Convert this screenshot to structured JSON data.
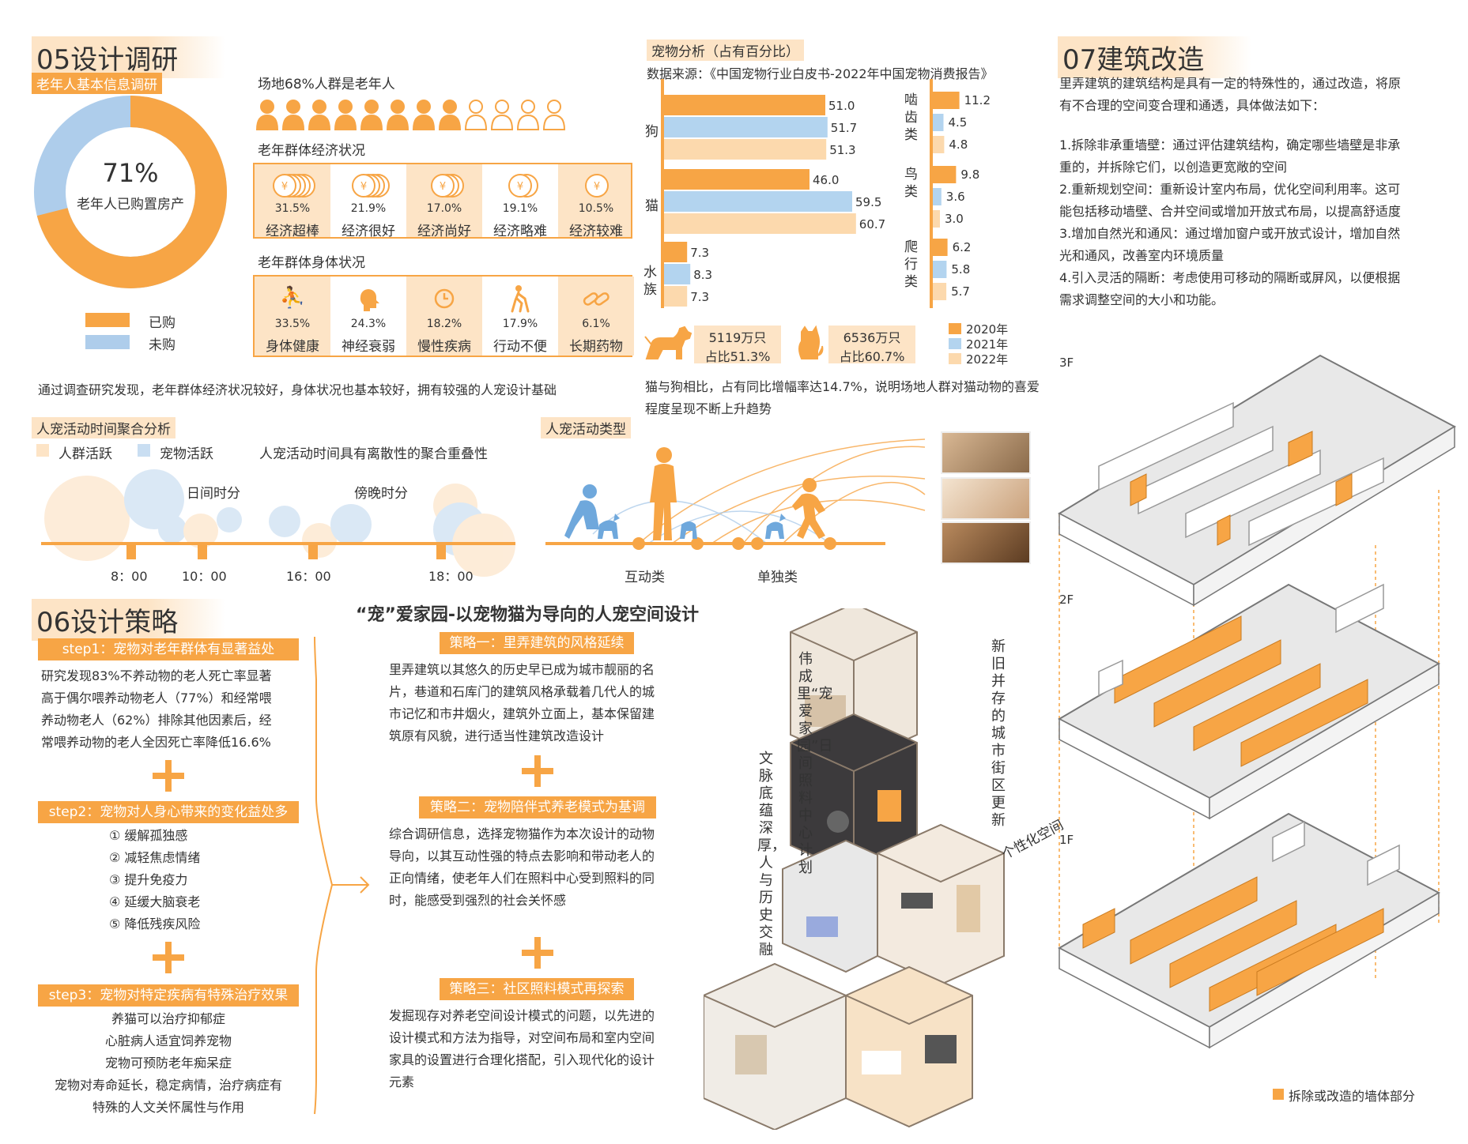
{
  "section05": {
    "title": "05设计调研",
    "basic_tag": "老年人基本信息调研",
    "donut": {
      "center_value": "71%",
      "center_label": "老年人已购置房产",
      "bought_fraction": 0.71,
      "legend_bought": "已购",
      "legend_not": "未购"
    },
    "crowd_title": "场地68%人群是老年人",
    "crowd": {
      "filled": 8,
      "total": 12
    },
    "econ_title": "老年群体经济状况",
    "econ": [
      {
        "pct": "31.5%",
        "label": "经济超棒"
      },
      {
        "pct": "21.9%",
        "label": "经济很好"
      },
      {
        "pct": "17.0%",
        "label": "经济尚好"
      },
      {
        "pct": "19.1%",
        "label": "经济略难"
      },
      {
        "pct": "10.5%",
        "label": "经济较难"
      }
    ],
    "health_title": "老年群体身体状况",
    "health": [
      {
        "pct": "33.5%",
        "label": "身体健康"
      },
      {
        "pct": "24.3%",
        "label": "神经衰弱"
      },
      {
        "pct": "18.2%",
        "label": "慢性疾病"
      },
      {
        "pct": "17.9%",
        "label": "行动不便"
      },
      {
        "pct": "6.1%",
        "label": "长期药物"
      }
    ],
    "summary": "通过调查研究发现，老年群体经济状况较好，身体状况也基本较好，拥有较强的人宠设计基础"
  },
  "pet": {
    "tag": "宠物分析（占有百分比）",
    "source": "数据来源：《中国宠物行业白皮书-2022年中国宠物消费报告》",
    "note": "猫与狗相比，占有同比增幅率达14.7%，说明场地人群对猫动物的喜爱程度呈现不断上升趋势",
    "cat_stats": {
      "dog_line1": "5119万只",
      "dog_line2": "占比51.3%",
      "cat_line1": "6536万只",
      "cat_line2": "占比60.7%"
    }
  },
  "chart_data": {
    "type": "bar",
    "title": "宠物分析（占有百分比）",
    "categories": [
      "狗",
      "猫",
      "水族",
      "啮齿类",
      "鸟类",
      "爬行类"
    ],
    "series": [
      {
        "name": "2020年",
        "values": [
          51.0,
          46.0,
          7.3,
          11.2,
          9.8,
          6.2
        ]
      },
      {
        "name": "2021年",
        "values": [
          51.7,
          59.5,
          8.3,
          4.5,
          3.6,
          5.8
        ]
      },
      {
        "name": "2022年",
        "values": [
          51.3,
          60.7,
          7.3,
          4.8,
          3.0,
          5.7
        ]
      }
    ],
    "value_labels": [
      [
        "51.0",
        "51.7",
        "51.3"
      ],
      [
        "46.0",
        "59.5",
        "60.7"
      ],
      [
        "7.3",
        "8.3",
        "7.3"
      ],
      [
        "11.2",
        "4.5",
        "4.8"
      ],
      [
        "9.8",
        "3.6",
        "3.0"
      ],
      [
        "6.2",
        "5.8",
        "5.7"
      ]
    ],
    "legend_placement": "bottom-right",
    "colors": {
      "2020年": "#f7a545",
      "2021年": "#b3d4ef",
      "2022年": "#fcd9ad"
    }
  },
  "activity": {
    "tag": "人宠活动时间聚合分析",
    "legend_people": "人群活跃",
    "legend_pet": "宠物活跃",
    "note": "人宠活动时间具有离散性的聚合重叠性",
    "day_label": "日间时分",
    "evening_label": "傍晚时分",
    "times": [
      "8：00",
      "10：00",
      "16：00",
      "18：00"
    ]
  },
  "activity_type": {
    "tag": "人宠活动类型",
    "interactive": "互动类",
    "alone": "单独类"
  },
  "section06": {
    "title": "06设计策略",
    "step1": "step1：宠物对老年群体有显著益处",
    "step1_text": [
      "研究发现83%不养动物的老人死亡率显著",
      "高于偶尔喂养动物老人（77%）和经常喂",
      "养动物老人（62%）排除其他因素后，经",
      "常喂养动物的老人全因死亡率降低16.6%"
    ],
    "step2": "step2：宠物对人身心带来的变化益处多",
    "step2_items": [
      "① 缓解孤独感",
      "② 减轻焦虑情绪",
      "③ 提升免疫力",
      "④ 延缓大脑衰老",
      "⑤ 降低残疾风险"
    ],
    "step3": "step3：宠物对特定疾病有特殊治疗效果",
    "step3_text": [
      "养猫可以治疗抑郁症",
      "心脏病人适宜饲养宠物",
      "宠物可预防老年痴呆症",
      "宠物对寿命延长，稳定病情，治疗病症有",
      "特殊的人文关怀属性与作用"
    ]
  },
  "strategy": {
    "main_title": "“宠”爱家园-以宠物猫为导向的人宠空间设计",
    "s1": "策略一：里弄建筑的风格延续",
    "s1_text": [
      "里弄建筑以其悠久的历史早已成为城市靓丽的名",
      "片，巷道和石库门的建筑风格承载着几代人的城",
      "市记忆和市井烟火，建筑外立面上，基本保留建",
      "筑原有风貌，进行适当性建筑改造设计"
    ],
    "s2": "策略二：宠物陪伴式养老模式为基调",
    "s2_text": [
      "综合调研信息，选择宠物猫作为本次设计的动物",
      "导向，以其互动性强的特点去影响和带动老人的",
      "正向情绪，使老年人们在照料中心受到照料的同",
      "时，能感受到强烈的社会关怀感"
    ],
    "s3": "策略三：社区照料模式再探索",
    "s3_text": [
      "发掘现存对养老空间设计模式的问题，以先进的",
      "设计模式和方法为指导，对空间布局和室内空间",
      "家具的设置进行合理化搭配，引入现代化的设计",
      "元素"
    ],
    "v1": "伟成里“宠爱家园”日间照料中心计划",
    "v2": "文脉底蕴深厚，人与历史交融",
    "v3": "新旧并存的城市街区更新",
    "v4": "个性化空间"
  },
  "section07": {
    "title": "07建筑改造",
    "intro": [
      "里弄建筑的建筑结构是具有一定的特殊性的，通过改造，将原",
      "有不合理的空间变合理和通透，具体做法如下："
    ],
    "items": [
      [
        "1.拆除非承重墙壁：通过评估建筑结构，确定哪些墙壁是非承",
        "重的，并拆除它们，以创造更宽敞的空间"
      ],
      [
        "2.重新规划空间：重新设计室内布局，优化空间利用率。这可",
        "能包括移动墙壁、合并空间或增加开放式布局，以提高舒适度"
      ],
      [
        "3.增加自然光和通风：通过增加窗户或开放式设计，增加自然",
        "光和通风，改善室内环境质量"
      ],
      [
        "4.引入灵活的隔断：考虑使用可移动的隔断或屏风，以便根据",
        "需求调整空间的大小和功能。"
      ]
    ],
    "floors": [
      "3F",
      "2F",
      "1F"
    ],
    "legend": "拆除或改造的墙体部分"
  }
}
